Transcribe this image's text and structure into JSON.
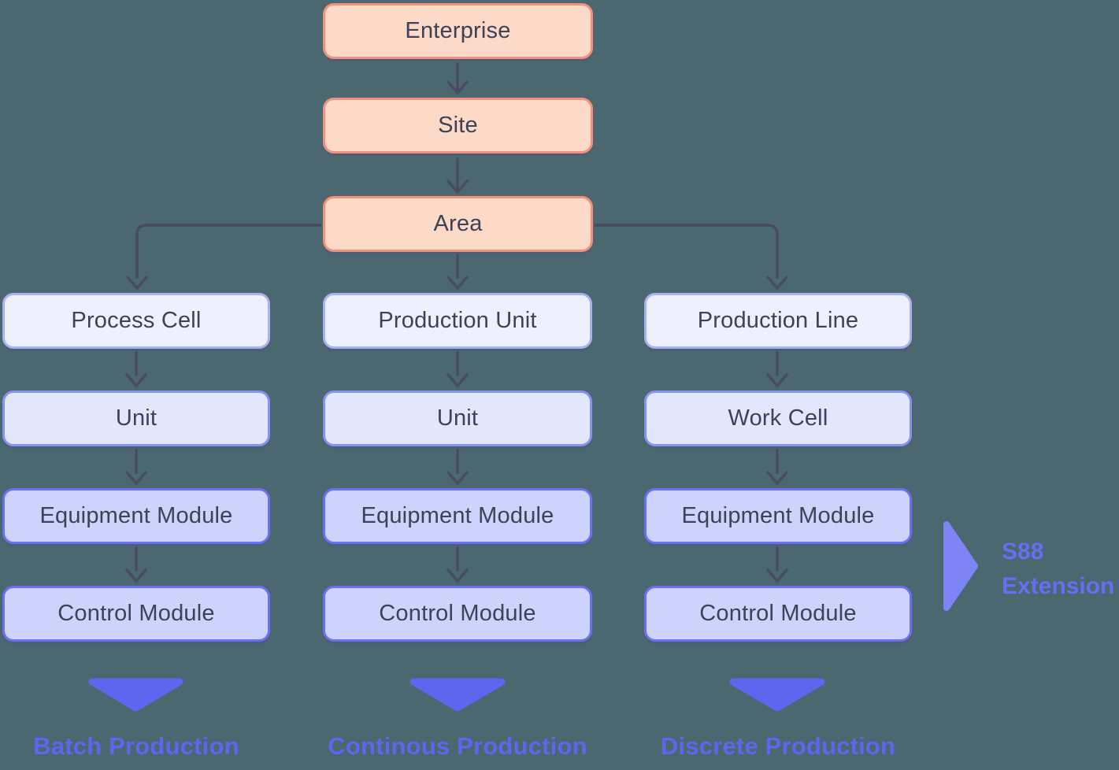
{
  "colors": {
    "background": "#4B6770",
    "root_fill": "#FDD9C7",
    "root_border": "#F1907C",
    "level2_fill": "#EEF1FD",
    "level2_border": "#A8B1F2",
    "level3_fill": "#E3E7FB",
    "level3_border": "#8791EF",
    "module_fill": "#CDD3FB",
    "module_border": "#6B6FF2",
    "box_text": "#3D4257",
    "arrow": "#474C61",
    "accent_purple": "#6064EF",
    "annotation_triangle": "#7E84F3",
    "annotation_text": "#696DF3"
  },
  "root": [
    {
      "label": "Enterprise"
    },
    {
      "label": "Site"
    },
    {
      "label": "Area"
    }
  ],
  "columns": [
    {
      "levels": [
        "Process Cell",
        "Unit",
        "Equipment Module",
        "Control Module"
      ],
      "caption": "Batch Production"
    },
    {
      "levels": [
        "Production Unit",
        "Unit",
        "Equipment Module",
        "Control Module"
      ],
      "caption": "Continous Production"
    },
    {
      "levels": [
        "Production Line",
        "Work Cell",
        "Equipment Module",
        "Control Module"
      ],
      "caption": "Discrete Production"
    }
  ],
  "annotation": {
    "line1": "S88",
    "line2": "Extension"
  }
}
